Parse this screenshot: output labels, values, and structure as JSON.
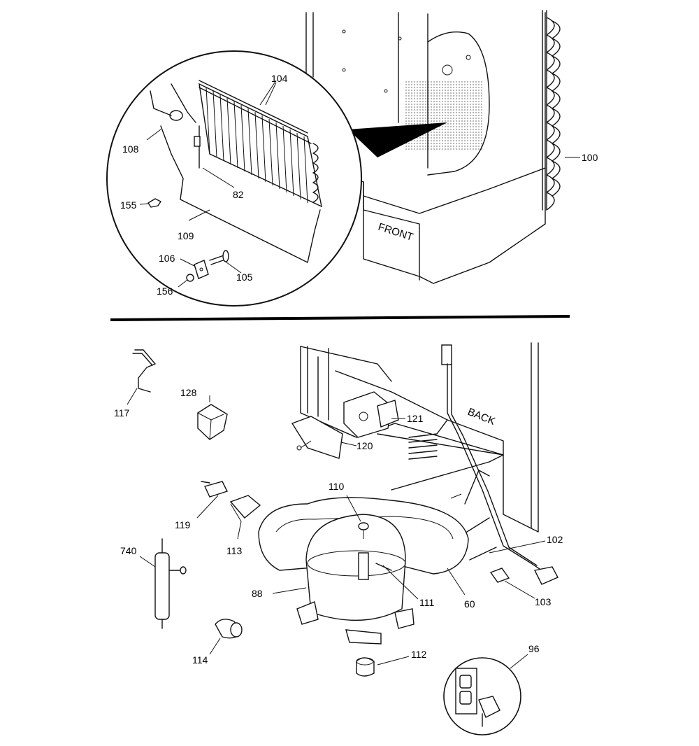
{
  "labels": {
    "front": "FRONT",
    "back": "BACK",
    "p100": "100",
    "p104": "104",
    "p108": "108",
    "p82": "82",
    "p155": "155",
    "p109": "109",
    "p106": "106",
    "p156": "156",
    "p105": "105",
    "p117": "117",
    "p128": "128",
    "p120": "120",
    "p121": "121",
    "p119": "119",
    "p113": "113",
    "p110": "110",
    "p740": "740",
    "p88": "88",
    "p111": "111",
    "p60": "60",
    "p102": "102",
    "p103": "103",
    "p114": "114",
    "p112": "112",
    "p96": "96"
  }
}
